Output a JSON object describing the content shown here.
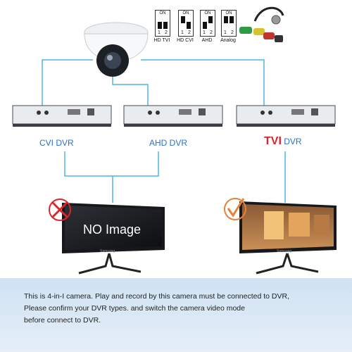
{
  "switches": {
    "on_label": "ON",
    "position_labels": [
      "1",
      "2"
    ],
    "modes": [
      "HD TVI",
      "HD CVI",
      "AHD",
      "Analog"
    ]
  },
  "dvrs": {
    "cvi": "CVI DVR",
    "ahd": "AHD DVR",
    "tvi_prefix": "TVI",
    "tvi_suffix": "DVR"
  },
  "monitors": {
    "left_text": "NO Image",
    "brand_text": "Samsung"
  },
  "caption": {
    "line1": "This is 4-in-I camera. Play and record by this camera must be connected to DVR,",
    "line2": "Please confirm your DVR types. and switch the camera video mode",
    "line3": "before connect to DVR."
  },
  "colors": {
    "cable_blue": "#4fb3e6",
    "label_blue": "#2a73c7",
    "tvi_red": "#d8262c",
    "cross_red": "#d8262c",
    "check_orange": "#e5833a"
  }
}
